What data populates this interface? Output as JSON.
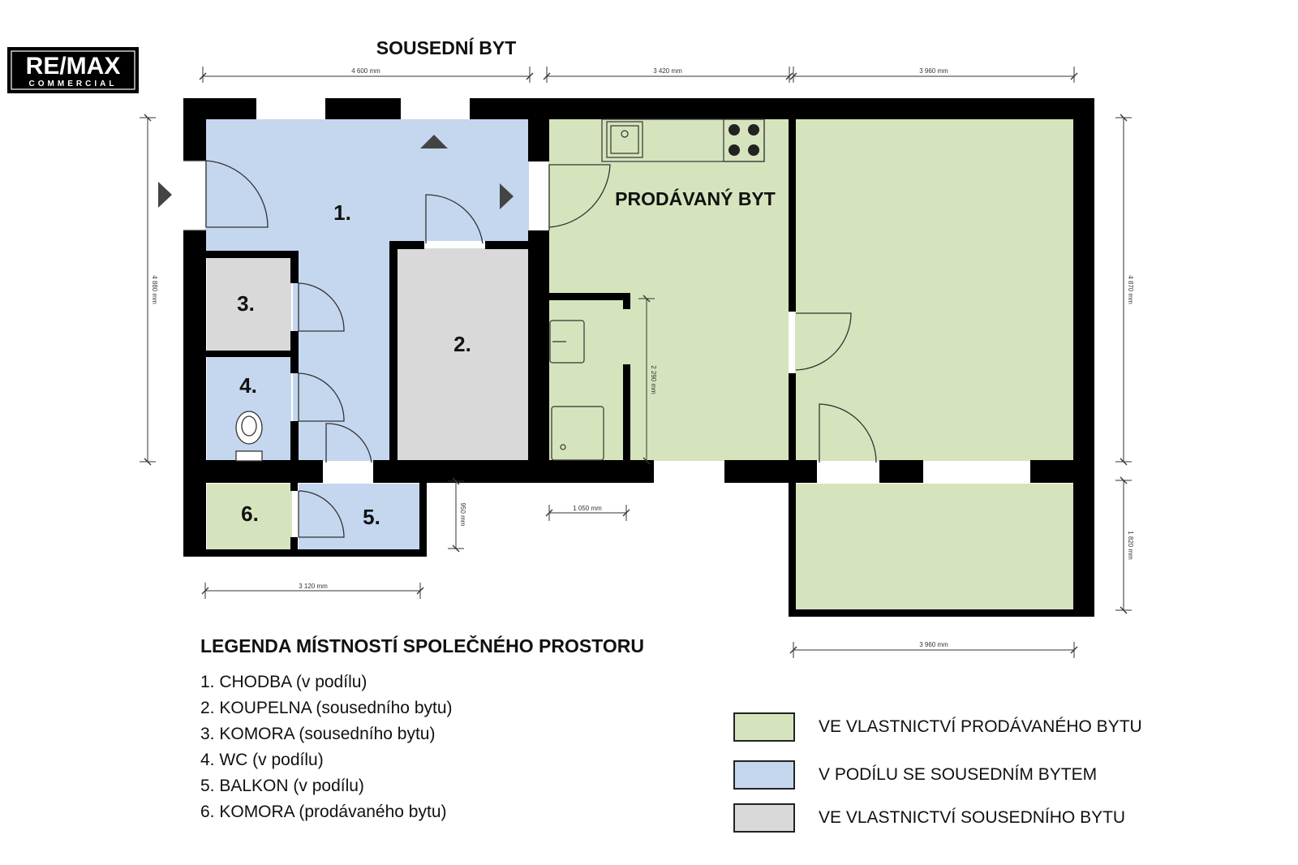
{
  "logo": {
    "brand": "RE/MAX",
    "subtitle": "COMMERCIAL"
  },
  "plan": {
    "neighbour_label": "SOUSEDNÍ BYT",
    "sold_label": "PRODÁVANÝ BYT",
    "rooms": [
      "1.",
      "2.",
      "3.",
      "4.",
      "5.",
      "6."
    ],
    "dimensions": {
      "top_left": "4 600 mm",
      "top_middle": "3 420 mm",
      "top_right": "3 960 mm",
      "left": "4 880 mm",
      "right_upper": "4 870 mm",
      "right_lower": "1 820 mm",
      "kitchen_depth": "2 290 mm",
      "niche_width": "1 050 mm",
      "balcony_depth": "950 mm",
      "bottom_left": "3 120 mm",
      "bottom_right": "3 960 mm"
    }
  },
  "legend": {
    "title": "LEGENDA MÍSTNOSTÍ SPOLEČNÉHO PROSTORU",
    "items": [
      "1. CHODBA (v podílu)",
      "2. KOUPELNA (sousedního bytu)",
      "3. KOMORA (sousedního bytu)",
      "4. WC (v podílu)",
      "5. BALKON (v podílu)",
      "6. KOMORA (prodávaného bytu)"
    ]
  },
  "key": [
    {
      "label": "VE VLASTNICTVÍ PRODÁVANÉHO BYTU",
      "color": "#d6e4bd"
    },
    {
      "label": "V PODÍLU SE SOUSEDNÍM BYTEM",
      "color": "#c5d7ef"
    },
    {
      "label": "VE VLASTNICTVÍ SOUSEDNÍHO BYTU",
      "color": "#d9d9d9"
    }
  ],
  "colors": {
    "sold": "#d6e4bd",
    "shared": "#c5d7ef",
    "neighbour": "#d9d9d9",
    "wall": "#000000"
  }
}
